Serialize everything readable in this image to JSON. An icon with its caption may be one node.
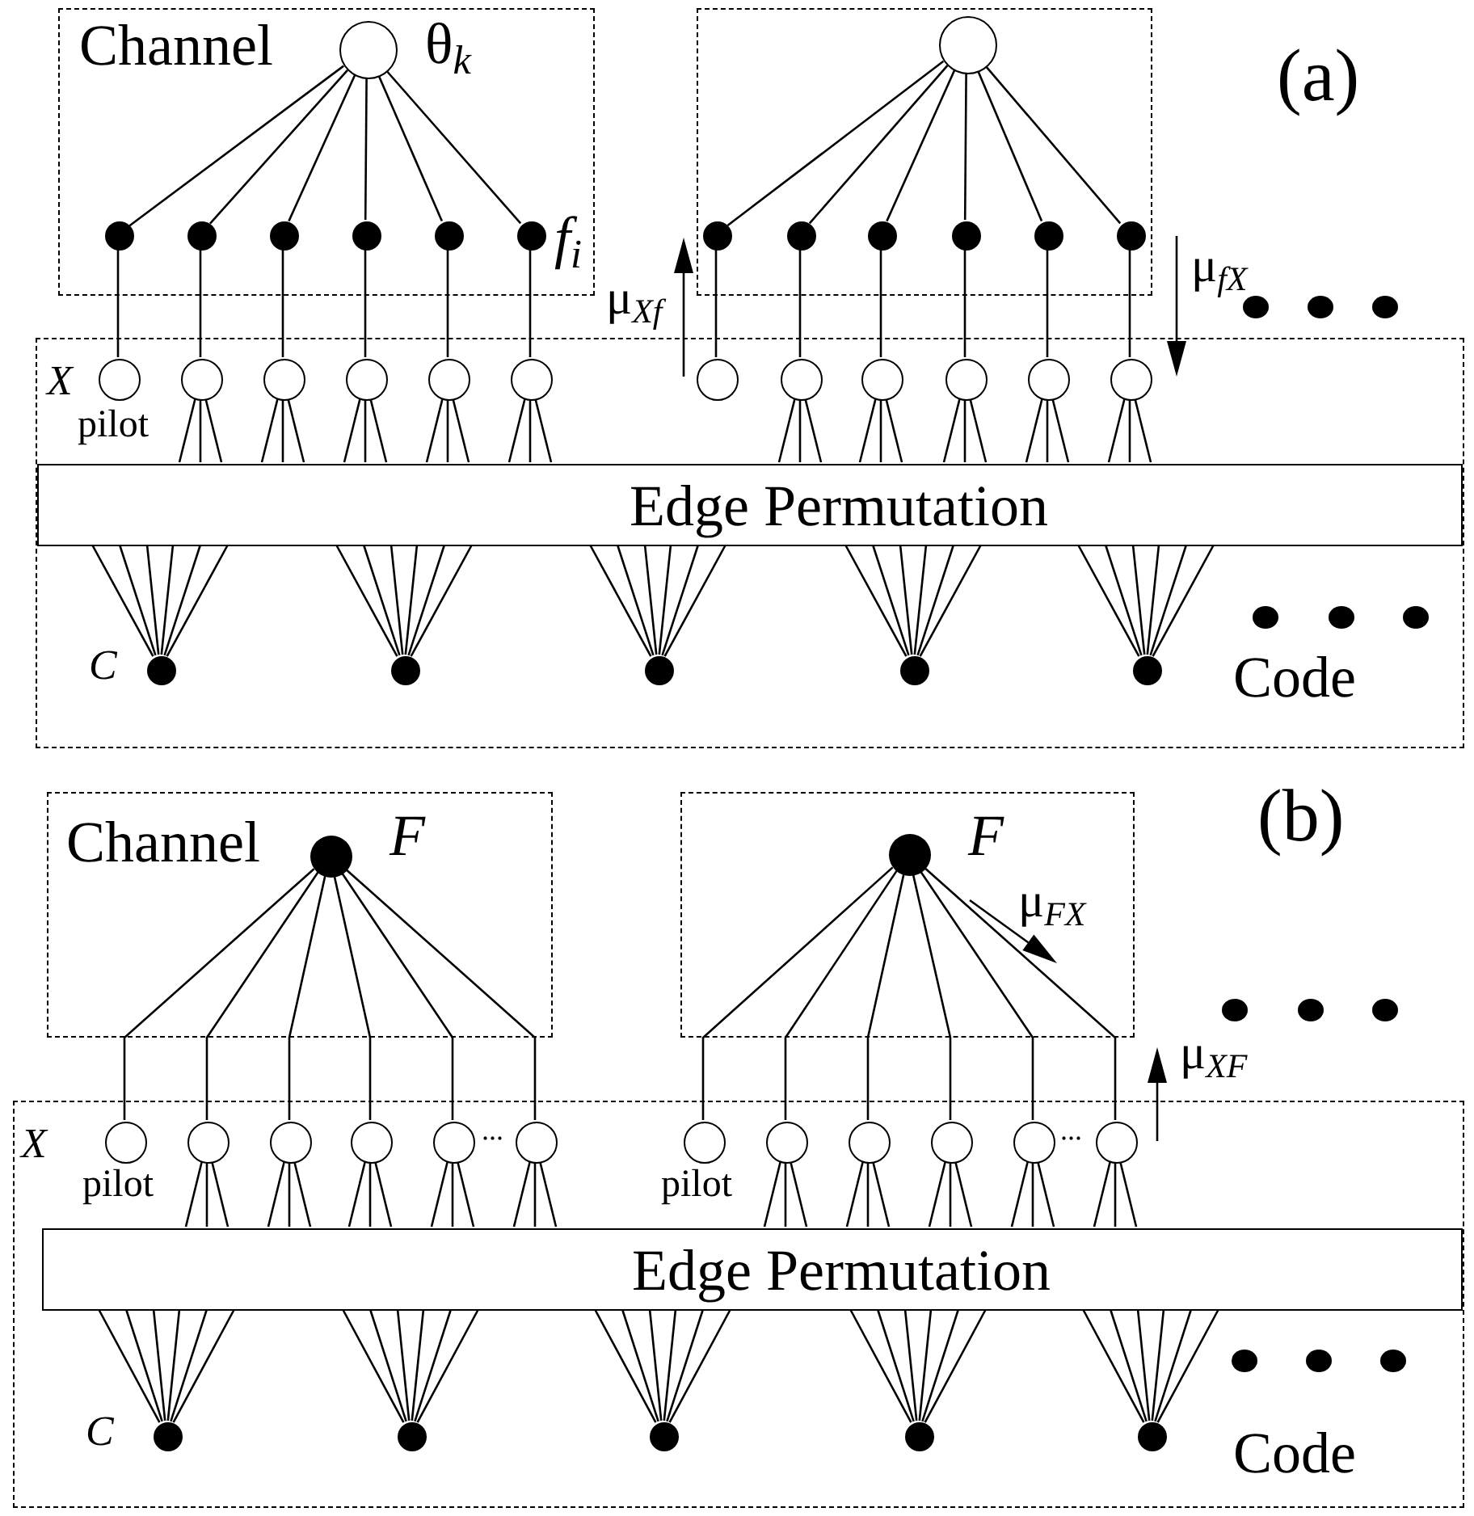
{
  "diagram": {
    "nodes": [
      {
        "text": [
          "Channel"
        ]
      },
      {
        "text": [],
        "shape": "circle",
        "in": 0,
        "beside": [
          "θ$_{k}$"
        ]
      },
      {
        "text": [],
        "shape": "box"
      },
      {
        "text": [],
        "shape": "circle",
        "in": 2
      },
      {
        "text": [],
        "shape": "dot",
        "in": 0
      },
      {
        "text": [],
        "shape": "dot",
        "in": 0
      },
      {
        "text": [],
        "shape": "dot",
        "in": 0
      },
      {
        "text": [],
        "shape": "dot",
        "in": 0
      },
      {
        "text": [],
        "shape": "dot",
        "in": 0
      },
      {
        "text": [],
        "shape": "dot",
        "in": 0,
        "beside": [
          "f$_{i}$"
        ]
      },
      {
        "text": [],
        "shape": "dot",
        "in": 2
      },
      {
        "text": [],
        "shape": "dot",
        "in": 2
      },
      {
        "text": [],
        "shape": "dot",
        "in": 2
      },
      {
        "text": [],
        "shape": "dot",
        "in": 2
      },
      {
        "text": [],
        "shape": "dot",
        "in": 2
      },
      {
        "text": [],
        "shape": "dot",
        "in": 2
      },
      {
        "text": [
          "Code"
        ]
      },
      {
        "text": [],
        "shape": "circle",
        "in": 16,
        "beside": [
          "X",
          "pilot"
        ]
      },
      {
        "text": [],
        "shape": "circle",
        "in": 16
      },
      {
        "text": [],
        "shape": "circle",
        "in": 16
      },
      {
        "text": [],
        "shape": "circle",
        "in": 16
      },
      {
        "text": [],
        "shape": "circle",
        "in": 16
      },
      {
        "text": [],
        "shape": "circle",
        "in": 16
      },
      {
        "text": [],
        "shape": "circle",
        "in": 16
      },
      {
        "text": [],
        "shape": "circle",
        "in": 16
      },
      {
        "text": [],
        "shape": "circle",
        "in": 16
      },
      {
        "text": [],
        "shape": "circle",
        "in": 16
      },
      {
        "text": [],
        "shape": "circle",
        "in": 16
      },
      {
        "text": [],
        "shape": "circle",
        "in": 16
      },
      {
        "text": [
          "Edge Permutation"
        ],
        "in": 16
      },
      {
        "text": [],
        "shape": "dot",
        "in": 16,
        "beside": [
          "C"
        ]
      },
      {
        "text": [],
        "shape": "dot",
        "in": 16
      },
      {
        "text": [],
        "shape": "dot",
        "in": 16
      },
      {
        "text": [],
        "shape": "dot",
        "in": 16
      },
      {
        "text": [],
        "shape": "dot",
        "in": 16
      },
      {
        "text": [
          "Channel"
        ]
      },
      {
        "text": [],
        "shape": "dot",
        "in": 35,
        "beside": [
          "F"
        ]
      },
      {
        "text": [],
        "shape": "box"
      },
      {
        "text": [],
        "shape": "dot",
        "in": 37,
        "beside": [
          "F"
        ]
      },
      {
        "text": [
          "Code"
        ]
      },
      {
        "text": [],
        "shape": "circle",
        "in": 39,
        "beside": [
          "X",
          "pilot"
        ]
      },
      {
        "text": [],
        "shape": "circle",
        "in": 39
      },
      {
        "text": [],
        "shape": "circle",
        "in": 39
      },
      {
        "text": [],
        "shape": "circle",
        "in": 39
      },
      {
        "text": [],
        "shape": "circle",
        "in": 39
      },
      {
        "text": [],
        "shape": "circle",
        "in": 39
      },
      {
        "text": [],
        "shape": "circle",
        "in": 39,
        "beside": [
          "pilot"
        ]
      },
      {
        "text": [],
        "shape": "circle",
        "in": 39
      },
      {
        "text": [],
        "shape": "circle",
        "in": 39
      },
      {
        "text": [],
        "shape": "circle",
        "in": 39
      },
      {
        "text": [],
        "shape": "circle",
        "in": 39
      },
      {
        "text": [],
        "shape": "circle",
        "in": 39
      },
      {
        "text": [
          "Edge Permutation"
        ],
        "in": 39
      },
      {
        "text": [],
        "shape": "dot",
        "in": 39,
        "beside": [
          "C"
        ]
      },
      {
        "text": [],
        "shape": "dot",
        "in": 39
      },
      {
        "text": [],
        "shape": "dot",
        "in": 39
      },
      {
        "text": [],
        "shape": "dot",
        "in": 39
      },
      {
        "text": [],
        "shape": "dot",
        "in": 39
      }
    ],
    "edges": [
      {
        "from": 1,
        "to": 4,
        "arrow": "none"
      },
      {
        "from": 1,
        "to": 5,
        "arrow": "none"
      },
      {
        "from": 1,
        "to": 6,
        "arrow": "none"
      },
      {
        "from": 1,
        "to": 7,
        "arrow": "none"
      },
      {
        "from": 1,
        "to": 8,
        "arrow": "none"
      },
      {
        "from": 1,
        "to": 9,
        "arrow": "none"
      },
      {
        "from": 3,
        "to": 10,
        "arrow": "none"
      },
      {
        "from": 3,
        "to": 11,
        "arrow": "none"
      },
      {
        "from": 3,
        "to": 12,
        "arrow": "none"
      },
      {
        "from": 3,
        "to": 13,
        "arrow": "none"
      },
      {
        "from": 3,
        "to": 14,
        "arrow": "none"
      },
      {
        "from": 3,
        "to": 15,
        "arrow": "none"
      },
      {
        "from": 4,
        "to": 17,
        "arrow": "none"
      },
      {
        "from": 5,
        "to": 18,
        "arrow": "none"
      },
      {
        "from": 6,
        "to": 19,
        "arrow": "none"
      },
      {
        "from": 7,
        "to": 20,
        "arrow": "none"
      },
      {
        "from": 8,
        "to": 21,
        "arrow": "none"
      },
      {
        "from": 9,
        "to": 22,
        "arrow": "none"
      },
      {
        "from": 10,
        "to": 23,
        "arrow": "none"
      },
      {
        "from": 11,
        "to": 24,
        "arrow": "none"
      },
      {
        "from": 12,
        "to": 25,
        "arrow": "none"
      },
      {
        "from": 13,
        "to": 26,
        "arrow": "none"
      },
      {
        "from": 14,
        "to": 27,
        "arrow": "none"
      },
      {
        "from": 15,
        "to": 28,
        "arrow": "none"
      },
      {
        "from": 18,
        "to": 29,
        "arrow": "none"
      },
      {
        "from": 18,
        "to": 29,
        "arrow": "none"
      },
      {
        "from": 18,
        "to": 29,
        "arrow": "none"
      },
      {
        "from": 19,
        "to": 29,
        "arrow": "none"
      },
      {
        "from": 19,
        "to": 29,
        "arrow": "none"
      },
      {
        "from": 19,
        "to": 29,
        "arrow": "none"
      },
      {
        "from": 20,
        "to": 29,
        "arrow": "none"
      },
      {
        "from": 20,
        "to": 29,
        "arrow": "none"
      },
      {
        "from": 20,
        "to": 29,
        "arrow": "none"
      },
      {
        "from": 21,
        "to": 29,
        "arrow": "none"
      },
      {
        "from": 21,
        "to": 29,
        "arrow": "none"
      },
      {
        "from": 21,
        "to": 29,
        "arrow": "none"
      },
      {
        "from": 22,
        "to": 29,
        "arrow": "none"
      },
      {
        "from": 22,
        "to": 29,
        "arrow": "none"
      },
      {
        "from": 22,
        "to": 29,
        "arrow": "none"
      },
      {
        "from": 24,
        "to": 29,
        "arrow": "none"
      },
      {
        "from": 24,
        "to": 29,
        "arrow": "none"
      },
      {
        "from": 24,
        "to": 29,
        "arrow": "none"
      },
      {
        "from": 25,
        "to": 29,
        "arrow": "none"
      },
      {
        "from": 25,
        "to": 29,
        "arrow": "none"
      },
      {
        "from": 25,
        "to": 29,
        "arrow": "none"
      },
      {
        "from": 26,
        "to": 29,
        "arrow": "none"
      },
      {
        "from": 26,
        "to": 29,
        "arrow": "none"
      },
      {
        "from": 26,
        "to": 29,
        "arrow": "none"
      },
      {
        "from": 27,
        "to": 29,
        "arrow": "none"
      },
      {
        "from": 27,
        "to": 29,
        "arrow": "none"
      },
      {
        "from": 27,
        "to": 29,
        "arrow": "none"
      },
      {
        "from": 28,
        "to": 29,
        "arrow": "none"
      },
      {
        "from": 28,
        "to": 29,
        "arrow": "none"
      },
      {
        "from": 28,
        "to": 29,
        "arrow": "none"
      },
      {
        "from": 29,
        "to": 30,
        "arrow": "none"
      },
      {
        "from": 29,
        "to": 30,
        "arrow": "none"
      },
      {
        "from": 29,
        "to": 30,
        "arrow": "none"
      },
      {
        "from": 29,
        "to": 30,
        "arrow": "none"
      },
      {
        "from": 29,
        "to": 30,
        "arrow": "none"
      },
      {
        "from": 29,
        "to": 30,
        "arrow": "none"
      },
      {
        "from": 29,
        "to": 31,
        "arrow": "none"
      },
      {
        "from": 29,
        "to": 31,
        "arrow": "none"
      },
      {
        "from": 29,
        "to": 31,
        "arrow": "none"
      },
      {
        "from": 29,
        "to": 31,
        "arrow": "none"
      },
      {
        "from": 29,
        "to": 31,
        "arrow": "none"
      },
      {
        "from": 29,
        "to": 31,
        "arrow": "none"
      },
      {
        "from": 29,
        "to": 32,
        "arrow": "none"
      },
      {
        "from": 29,
        "to": 32,
        "arrow": "none"
      },
      {
        "from": 29,
        "to": 32,
        "arrow": "none"
      },
      {
        "from": 29,
        "to": 32,
        "arrow": "none"
      },
      {
        "from": 29,
        "to": 32,
        "arrow": "none"
      },
      {
        "from": 29,
        "to": 32,
        "arrow": "none"
      },
      {
        "from": 29,
        "to": 33,
        "arrow": "none"
      },
      {
        "from": 29,
        "to": 33,
        "arrow": "none"
      },
      {
        "from": 29,
        "to": 33,
        "arrow": "none"
      },
      {
        "from": 29,
        "to": 33,
        "arrow": "none"
      },
      {
        "from": 29,
        "to": 33,
        "arrow": "none"
      },
      {
        "from": 29,
        "to": 33,
        "arrow": "none"
      },
      {
        "from": 29,
        "to": 34,
        "arrow": "none"
      },
      {
        "from": 29,
        "to": 34,
        "arrow": "none"
      },
      {
        "from": 29,
        "to": 34,
        "arrow": "none"
      },
      {
        "from": 29,
        "to": 34,
        "arrow": "none"
      },
      {
        "from": 29,
        "to": 34,
        "arrow": "none"
      },
      {
        "from": 29,
        "to": 34,
        "arrow": "none"
      },
      {
        "from": 36,
        "to": 40,
        "arrow": "none"
      },
      {
        "from": 36,
        "to": 41,
        "arrow": "none"
      },
      {
        "from": 36,
        "to": 42,
        "arrow": "none"
      },
      {
        "from": 36,
        "to": 43,
        "arrow": "none"
      },
      {
        "from": 36,
        "to": 44,
        "arrow": "none"
      },
      {
        "from": 36,
        "to": 45,
        "arrow": "none"
      },
      {
        "from": 38,
        "to": 46,
        "arrow": "none"
      },
      {
        "from": 38,
        "to": 47,
        "arrow": "none"
      },
      {
        "from": 38,
        "to": 48,
        "arrow": "none"
      },
      {
        "from": 38,
        "to": 49,
        "arrow": "none"
      },
      {
        "from": 38,
        "to": 50,
        "arrow": "none"
      },
      {
        "from": 38,
        "to": 51,
        "arrow": "none"
      },
      {
        "from": 41,
        "to": 52,
        "arrow": "none"
      },
      {
        "from": 41,
        "to": 52,
        "arrow": "none"
      },
      {
        "from": 41,
        "to": 52,
        "arrow": "none"
      },
      {
        "from": 42,
        "to": 52,
        "arrow": "none"
      },
      {
        "from": 42,
        "to": 52,
        "arrow": "none"
      },
      {
        "from": 42,
        "to": 52,
        "arrow": "none"
      },
      {
        "from": 43,
        "to": 52,
        "arrow": "none"
      },
      {
        "from": 43,
        "to": 52,
        "arrow": "none"
      },
      {
        "from": 43,
        "to": 52,
        "arrow": "none"
      },
      {
        "from": 44,
        "to": 52,
        "arrow": "none"
      },
      {
        "from": 44,
        "to": 52,
        "arrow": "none"
      },
      {
        "from": 44,
        "to": 52,
        "arrow": "none"
      },
      {
        "from": 45,
        "to": 52,
        "arrow": "none"
      },
      {
        "from": 45,
        "to": 52,
        "arrow": "none"
      },
      {
        "from": 45,
        "to": 52,
        "arrow": "none"
      },
      {
        "from": 47,
        "to": 52,
        "arrow": "none"
      },
      {
        "from": 47,
        "to": 52,
        "arrow": "none"
      },
      {
        "from": 47,
        "to": 52,
        "arrow": "none"
      },
      {
        "from": 48,
        "to": 52,
        "arrow": "none"
      },
      {
        "from": 48,
        "to": 52,
        "arrow": "none"
      },
      {
        "from": 48,
        "to": 52,
        "arrow": "none"
      },
      {
        "from": 49,
        "to": 52,
        "arrow": "none"
      },
      {
        "from": 49,
        "to": 52,
        "arrow": "none"
      },
      {
        "from": 49,
        "to": 52,
        "arrow": "none"
      },
      {
        "from": 50,
        "to": 52,
        "arrow": "none"
      },
      {
        "from": 50,
        "to": 52,
        "arrow": "none"
      },
      {
        "from": 50,
        "to": 52,
        "arrow": "none"
      },
      {
        "from": 51,
        "to": 52,
        "arrow": "none"
      },
      {
        "from": 51,
        "to": 52,
        "arrow": "none"
      },
      {
        "from": 51,
        "to": 52,
        "arrow": "none"
      },
      {
        "from": 52,
        "to": 53,
        "arrow": "none"
      },
      {
        "from": 52,
        "to": 53,
        "arrow": "none"
      },
      {
        "from": 52,
        "to": 53,
        "arrow": "none"
      },
      {
        "from": 52,
        "to": 53,
        "arrow": "none"
      },
      {
        "from": 52,
        "to": 53,
        "arrow": "none"
      },
      {
        "from": 52,
        "to": 53,
        "arrow": "none"
      },
      {
        "from": 52,
        "to": 54,
        "arrow": "none"
      },
      {
        "from": 52,
        "to": 54,
        "arrow": "none"
      },
      {
        "from": 52,
        "to": 54,
        "arrow": "none"
      },
      {
        "from": 52,
        "to": 54,
        "arrow": "none"
      },
      {
        "from": 52,
        "to": 54,
        "arrow": "none"
      },
      {
        "from": 52,
        "to": 54,
        "arrow": "none"
      },
      {
        "from": 52,
        "to": 55,
        "arrow": "none"
      },
      {
        "from": 52,
        "to": 55,
        "arrow": "none"
      },
      {
        "from": 52,
        "to": 55,
        "arrow": "none"
      },
      {
        "from": 52,
        "to": 55,
        "arrow": "none"
      },
      {
        "from": 52,
        "to": 55,
        "arrow": "none"
      },
      {
        "from": 52,
        "to": 55,
        "arrow": "none"
      },
      {
        "from": 52,
        "to": 56,
        "arrow": "none"
      },
      {
        "from": 52,
        "to": 56,
        "arrow": "none"
      },
      {
        "from": 52,
        "to": 56,
        "arrow": "none"
      },
      {
        "from": 52,
        "to": 56,
        "arrow": "none"
      },
      {
        "from": 52,
        "to": 56,
        "arrow": "none"
      },
      {
        "from": 52,
        "to": 56,
        "arrow": "none"
      },
      {
        "from": 52,
        "to": 57,
        "arrow": "none"
      },
      {
        "from": 52,
        "to": 57,
        "arrow": "none"
      },
      {
        "from": 52,
        "to": 57,
        "arrow": "none"
      },
      {
        "from": 52,
        "to": 57,
        "arrow": "none"
      },
      {
        "from": 52,
        "to": 57,
        "arrow": "none"
      },
      {
        "from": 52,
        "to": 57,
        "arrow": "none"
      }
    ],
    "labels": [
      "(a)",
      "μ$_{fX}$",
      "μ$_{Xf}$",
      "(b)",
      "μ$_{FX}$",
      "μ$_{XF}$",
      "...",
      "..."
    ]
  }
}
